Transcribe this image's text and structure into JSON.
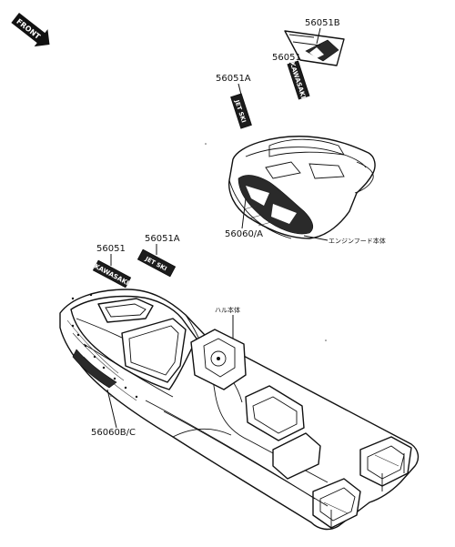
{
  "front_badge": "FRONT",
  "labels": {
    "l_56051B": "56051B",
    "l_56051_top": "56051",
    "l_56051A_top": "56051A",
    "l_56060A": "56060/A",
    "l_engine_hood": "エンジンフード本体",
    "l_56051_left": "56051",
    "l_56051A_left": "56051A",
    "l_hull": "ハル本体",
    "l_56060BC": "56060B/C"
  },
  "decals": {
    "kawasaki_top": "KAWASAKI",
    "ninja_top": "JET SKI",
    "kawasaki_left": "KAWASAKI",
    "ninja_left": "JET SKI"
  }
}
